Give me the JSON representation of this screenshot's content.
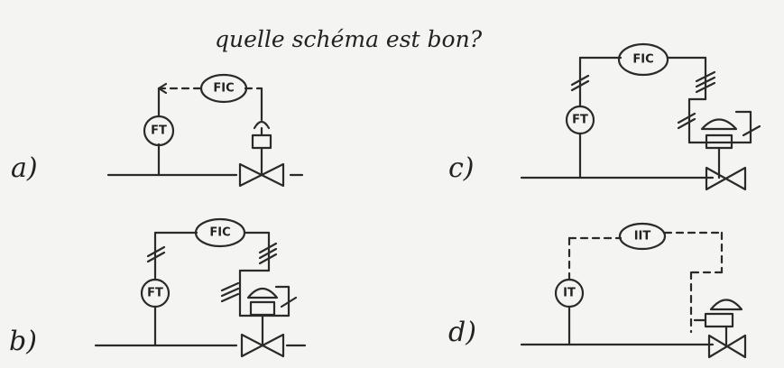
{
  "title": "quelle schéma est bon?",
  "diagrams": [
    {
      "id": "a",
      "label": "a)",
      "transmitter": "FT",
      "controller": "FIC"
    },
    {
      "id": "b",
      "label": "b)",
      "transmitter": "FT",
      "controller": "FIC"
    },
    {
      "id": "c",
      "label": "c)",
      "transmitter": "FT",
      "controller": "FIC"
    },
    {
      "id": "d",
      "label": "d)",
      "transmitter": "IT",
      "controller": "IIT"
    }
  ]
}
